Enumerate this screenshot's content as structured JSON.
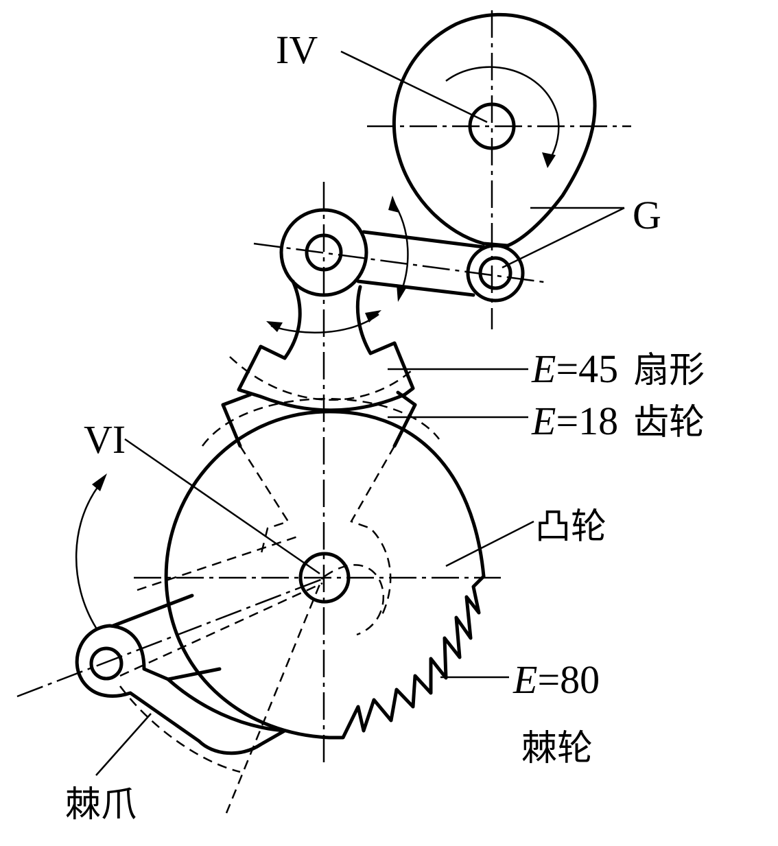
{
  "labels": {
    "shaft_iv": "IV",
    "shaft_vi": "VI",
    "point_g": "G",
    "sector": {
      "e": "E",
      "eq": "=45",
      "name": "扇形"
    },
    "gear": {
      "e": "E",
      "eq": "=18",
      "name": "齿轮"
    },
    "cam": "凸轮",
    "ratchet": {
      "e": "E",
      "eq": "=80",
      "name": "棘轮"
    },
    "pawl": "棘爪"
  }
}
